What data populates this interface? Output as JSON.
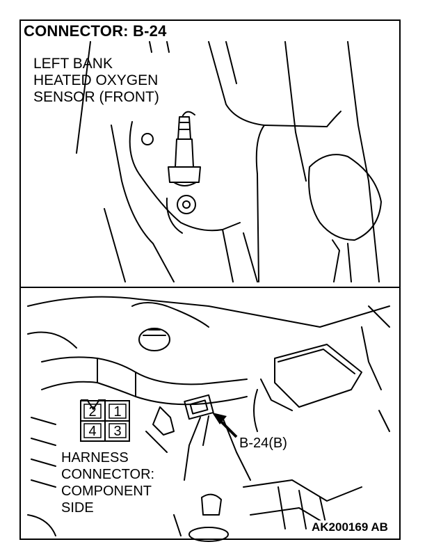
{
  "header": {
    "title": "CONNECTOR: B-24"
  },
  "upper_view": {
    "caption_lines": [
      "LEFT BANK",
      "HEATED OXYGEN",
      "SENSOR (FRONT)"
    ]
  },
  "lower_view": {
    "callout_label": "B-24(B)",
    "connector_caption_lines": [
      "HARNESS",
      "CONNECTOR:",
      "COMPONENT",
      "SIDE"
    ],
    "pin_numbers": [
      "2",
      "1",
      "4",
      "3"
    ]
  },
  "footer": {
    "figure_code": "AK200169 AB"
  }
}
